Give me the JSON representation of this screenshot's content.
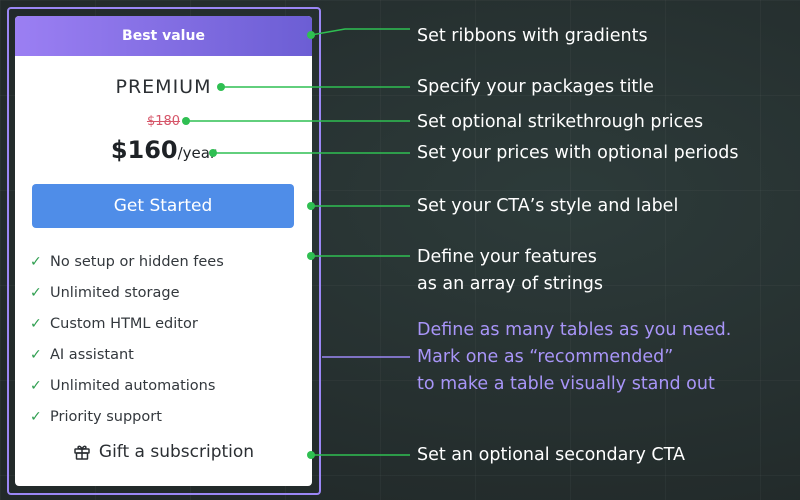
{
  "colors": {
    "ribbon_start": "#9b7ff3",
    "ribbon_end": "#6c5ed4",
    "cta": "#4f8de8",
    "check": "#2e9e4f",
    "strike": "#d6576a",
    "annotation_line": "#2fbf52",
    "recommended_outline": "#9b87f5"
  },
  "card": {
    "ribbon": "Best value",
    "title": "PREMIUM",
    "strike_price": "$180",
    "price": "$160",
    "period": "/year",
    "cta_label": "Get Started",
    "features": [
      "No setup or hidden fees",
      "Unlimited storage",
      "Custom HTML editor",
      "AI assistant",
      "Unlimited automations",
      "Priority support"
    ],
    "feature_icon": "check-icon",
    "secondary_cta": "Gift a subscription",
    "secondary_cta_icon": "gift-icon"
  },
  "annotations": {
    "ribbon": "Set ribbons with gradients",
    "title": "Specify your packages title",
    "strike": "Set optional strikethrough prices",
    "price": "Set your prices with optional periods",
    "cta": "Set your CTA’s style and label",
    "features_line1": "Define your features",
    "features_line2": "as an array of strings",
    "tables_line1": "Define as many tables as you need.",
    "tables_line2": "Mark one as “recommended”",
    "tables_line3": "to make a table visually stand out",
    "secondary": "Set an optional secondary CTA"
  }
}
